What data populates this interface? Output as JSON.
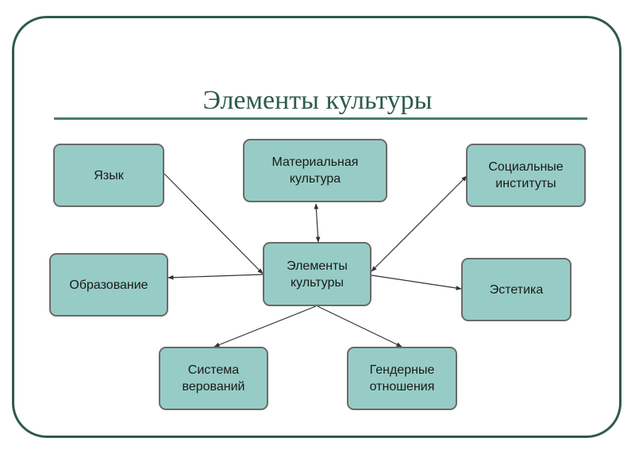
{
  "diagram": {
    "title": "Элементы культуры",
    "center": {
      "label": "Элементы\nкультуры"
    },
    "nodes": {
      "language": "Язык",
      "material": "Материальная\nкультура",
      "social": "Социальные\nинституты",
      "education": "Образование",
      "aesthetics": "Эстетика",
      "beliefs": "Система\nверований",
      "gender": "Гендерные\nотношения"
    },
    "colors": {
      "node_fill": "#97ccc6",
      "node_border": "#6a6a6a",
      "frame": "#2f5a4e",
      "title": "#2f5a4e",
      "connector": "#333333"
    }
  }
}
